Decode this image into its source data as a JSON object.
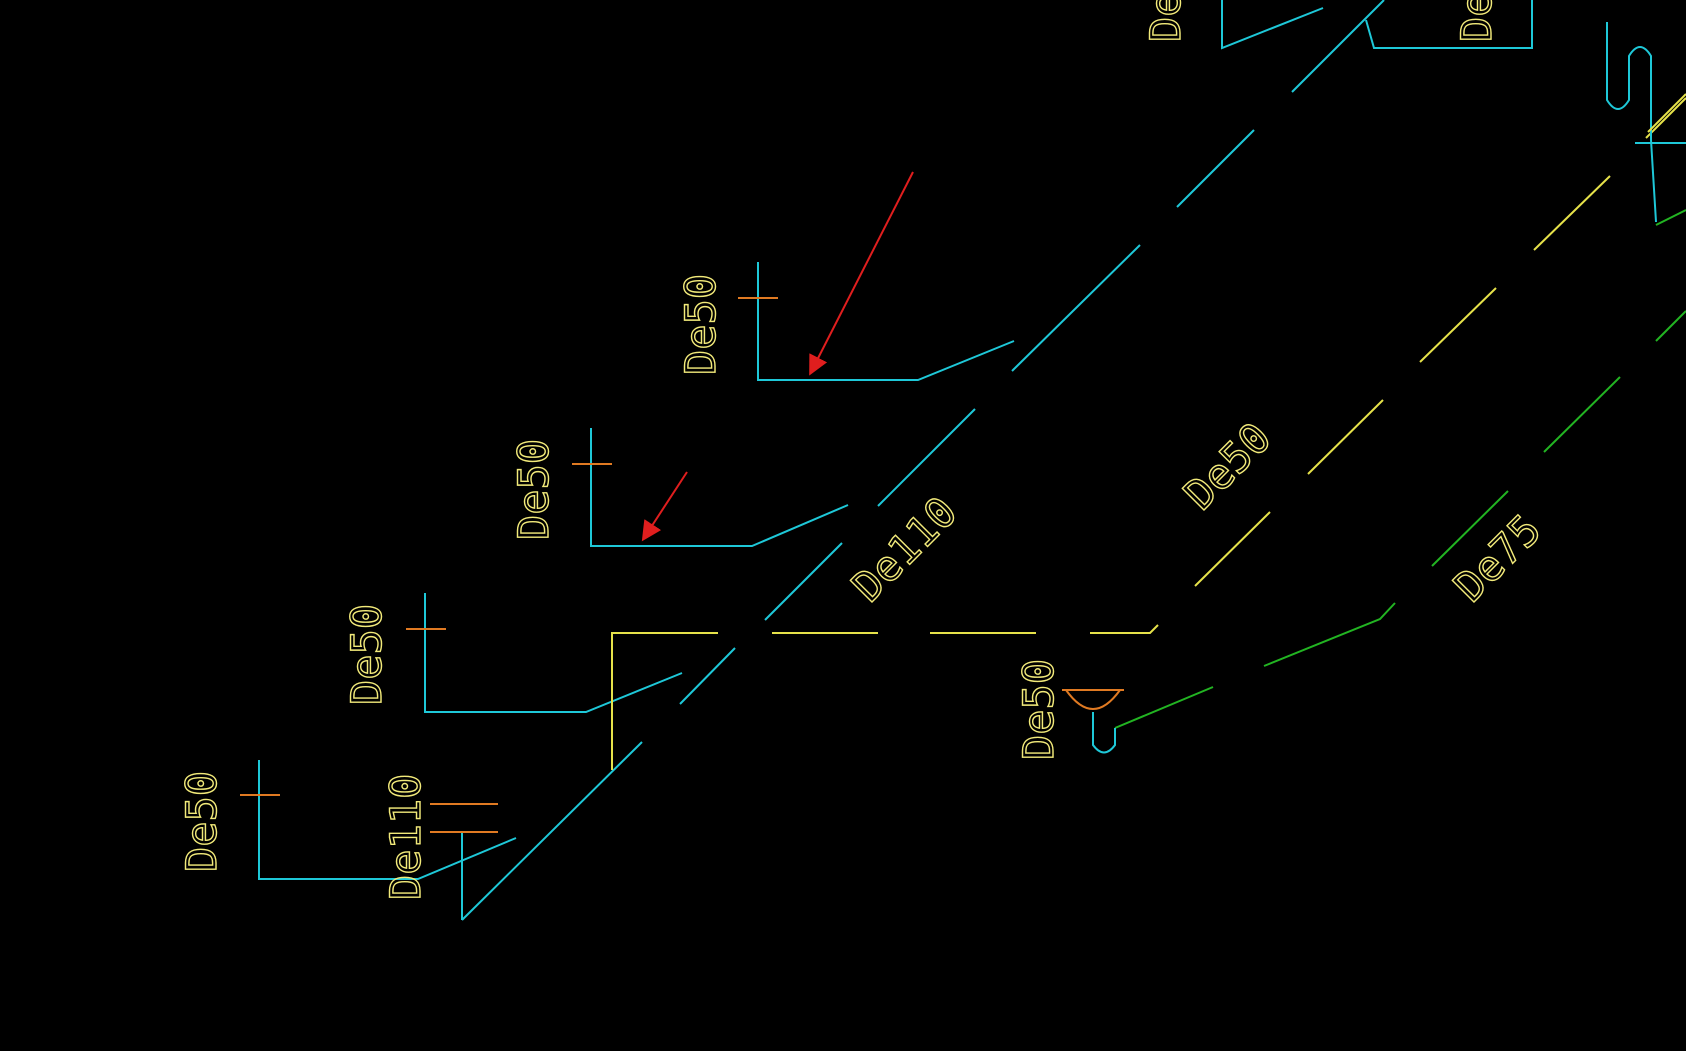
{
  "colors": {
    "background": "#000000",
    "drain_pipe": "#1EC8D8",
    "yellow_pipe": "#E6E24A",
    "green_pipe": "#22B422",
    "label": "#F2EA7A",
    "fixture": "#E07A22",
    "annotation_arrow": "#E01E1E"
  },
  "labels": {
    "branch_1": "De50",
    "branch_2": "De50",
    "branch_3": "De50",
    "branch_4": "De50",
    "riser_main": "De110",
    "main_riser": "De110",
    "yellow_branch": "De50",
    "green_branch": "De75",
    "floor_drain": "De50",
    "top_left": "De",
    "top_right": "De"
  },
  "icons": [
    "cleanout-cross-icon",
    "floor-drain-icon",
    "p-trap-icon",
    "arrow-icon"
  ]
}
